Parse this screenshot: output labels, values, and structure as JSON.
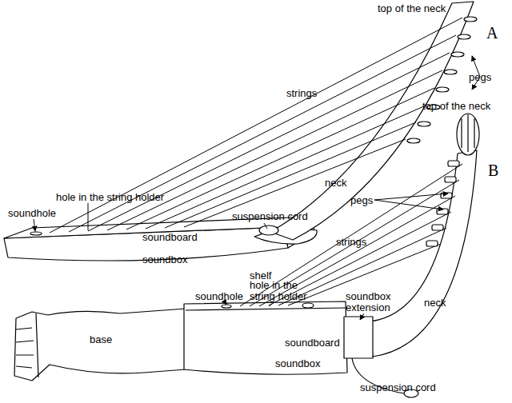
{
  "diagram": {
    "labels": [
      "top of the neck",
      "A",
      "pegs",
      "strings",
      "neck",
      "hole in the string holder",
      "soundhole",
      "suspension cord",
      "soundboard",
      "soundbox",
      "shelf",
      "B",
      "top of the neck",
      "pegs",
      "strings",
      "hole in the string holder",
      "soundhole",
      "neck",
      "soundbox extension",
      "soundboard",
      "base",
      "soundbox",
      "suspension cord"
    ]
  }
}
